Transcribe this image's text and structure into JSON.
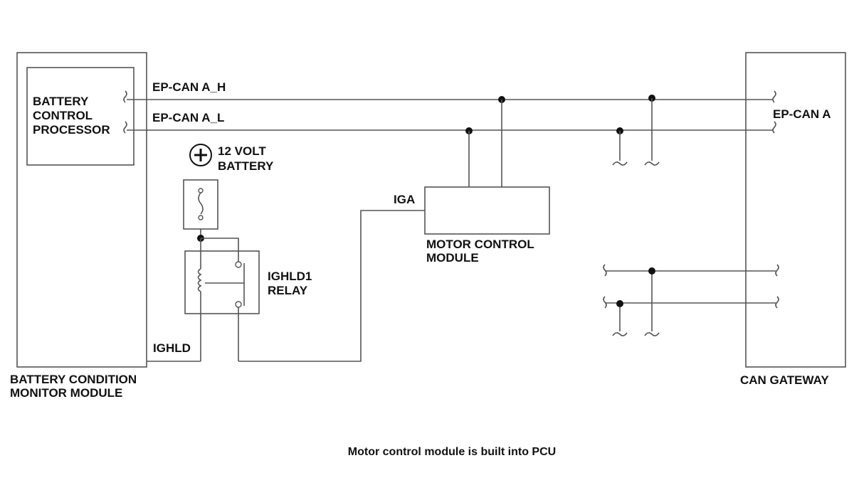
{
  "diagram": {
    "battery_condition_monitor": {
      "line1": "BATTERY CONDITION",
      "line2": "MONITOR MODULE"
    },
    "battery_control_processor": {
      "line1": "BATTERY",
      "line2": "CONTROL",
      "line3": "PROCESSOR"
    },
    "can_high_label": "EP-CAN A_H",
    "can_low_label": "EP-CAN A_L",
    "can_gateway_label": "CAN GATEWAY",
    "can_gateway_port": "EP-CAN A",
    "battery": {
      "line1": "12 VOLT",
      "line2": "BATTERY"
    },
    "relay": {
      "line1": "IGHLD1",
      "line2": "RELAY"
    },
    "ighld_label": "IGHLD",
    "iga_label": "IGA",
    "motor_control_module": {
      "line1": "MOTOR CONTROL",
      "line2": "MODULE"
    },
    "footnote": "Motor control module is built into PCU"
  }
}
